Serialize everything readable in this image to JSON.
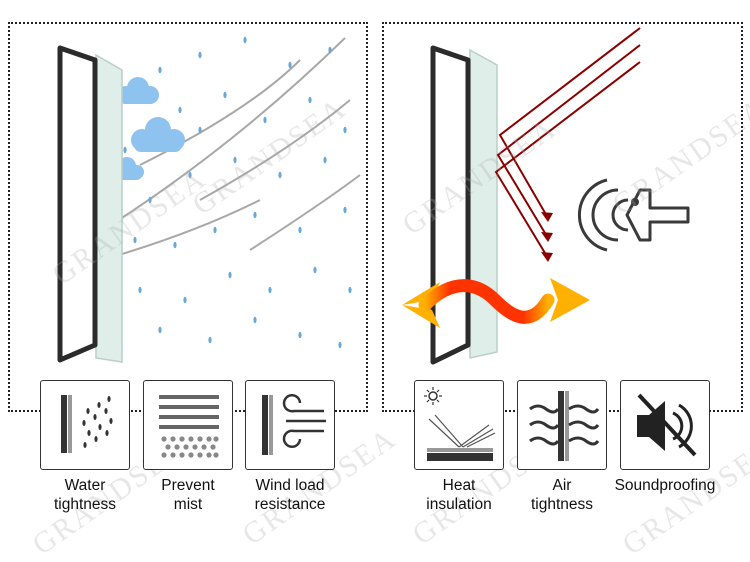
{
  "features": [
    {
      "key": "water",
      "lines": [
        "Water",
        "tightness"
      ],
      "icon": "water-tightness-icon"
    },
    {
      "key": "mist",
      "lines": [
        "Prevent",
        "mist"
      ],
      "icon": "prevent-mist-icon"
    },
    {
      "key": "wind",
      "lines": [
        "Wind load",
        "resistance"
      ],
      "icon": "wind-load-icon"
    },
    {
      "key": "heat",
      "lines": [
        "Heat",
        "insulation"
      ],
      "icon": "heat-insulation-icon"
    },
    {
      "key": "air",
      "lines": [
        "Air",
        "tightness"
      ],
      "icon": "air-tightness-icon"
    },
    {
      "key": "sound",
      "lines": [
        "Soundproofing"
      ],
      "icon": "soundproofing-icon"
    }
  ],
  "watermark": "GRANDSEA",
  "colors": {
    "border": "#222222",
    "frame": "#2b2b2b",
    "glass": "#dfeee9",
    "raindrop": "#6aa8d8",
    "cloud": "#8ec2ef",
    "sunray": "#8b0000",
    "heat_wave_inner": "#ff2a00",
    "heat_wave_outer": "#ffb000"
  }
}
